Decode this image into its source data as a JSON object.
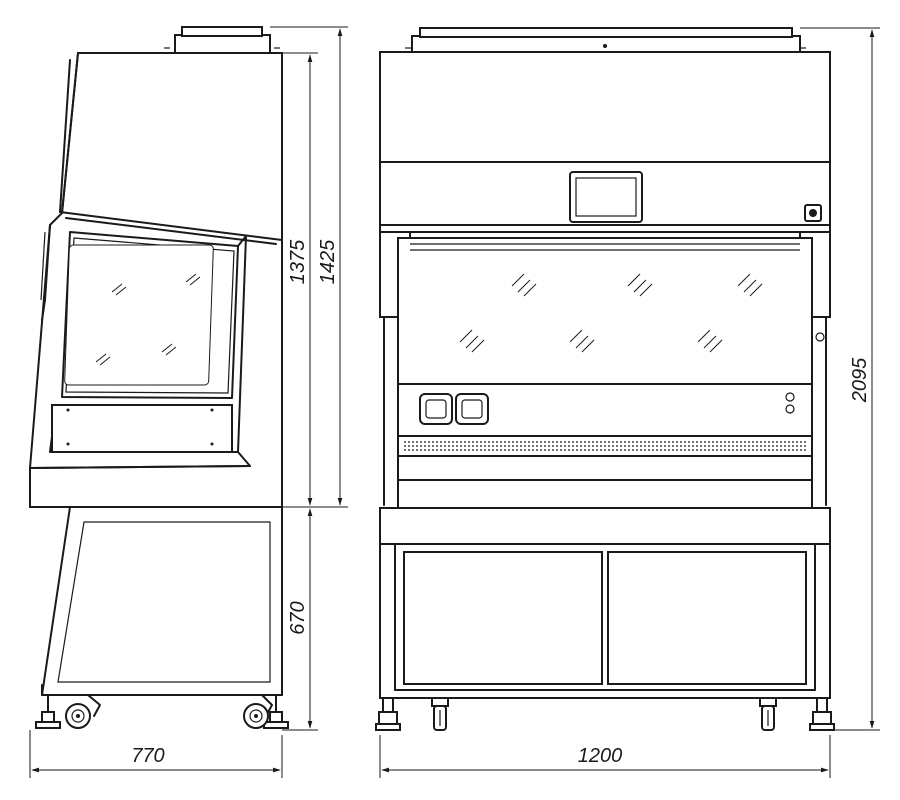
{
  "dimensions": {
    "side_depth": "770",
    "front_width": "1200",
    "cabinet_height": "1375",
    "cabinet_height_with_exhaust": "1425",
    "stand_height": "670",
    "total_height": "2095"
  },
  "views": [
    "side-view",
    "front-view"
  ],
  "colors": {
    "line": "#1a1a1a",
    "background": "#ffffff"
  }
}
